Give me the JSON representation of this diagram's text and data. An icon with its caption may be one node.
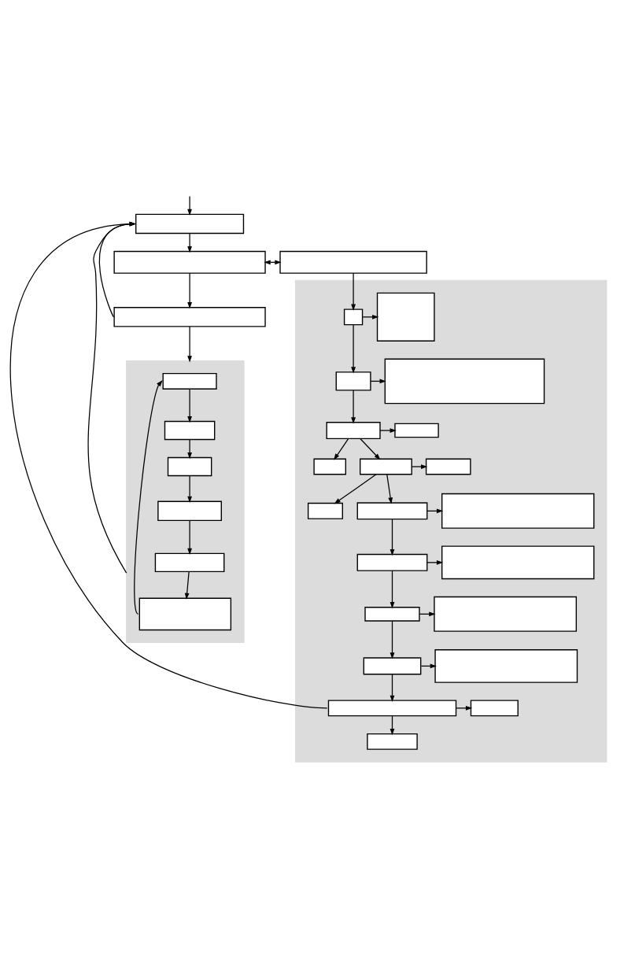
{
  "diagram": {
    "nodes": [
      {
        "text": [],
        "shape": "box"
      },
      {
        "text": [],
        "shape": "box"
      },
      {
        "text": [],
        "shape": "box"
      },
      {
        "text": [],
        "shape": "box"
      },
      {
        "text": [],
        "shape": "box"
      },
      {
        "text": [],
        "shape": "box",
        "in": 4
      },
      {
        "text": [],
        "shape": "box",
        "in": 4
      },
      {
        "text": [],
        "shape": "box",
        "in": 4
      },
      {
        "text": [],
        "shape": "box",
        "in": 4
      },
      {
        "text": [],
        "shape": "box",
        "in": 4
      },
      {
        "text": [],
        "shape": "box",
        "in": 4
      },
      {
        "text": [],
        "shape": "box"
      },
      {
        "text": [],
        "shape": "box",
        "in": 11
      },
      {
        "text": [],
        "shape": "box",
        "in": 11
      },
      {
        "text": [],
        "shape": "box",
        "in": 11
      },
      {
        "text": [],
        "shape": "box",
        "in": 11
      },
      {
        "text": [],
        "shape": "box",
        "in": 11
      },
      {
        "text": [],
        "shape": "box",
        "in": 11
      },
      {
        "text": [],
        "shape": "box",
        "in": 11
      },
      {
        "text": [],
        "shape": "box",
        "in": 11
      },
      {
        "text": [],
        "shape": "box",
        "in": 11
      },
      {
        "text": [],
        "shape": "box",
        "in": 11
      },
      {
        "text": [],
        "shape": "box",
        "in": 11
      },
      {
        "text": [],
        "shape": "box",
        "in": 11
      },
      {
        "text": [],
        "shape": "box",
        "in": 11
      },
      {
        "text": [],
        "shape": "box",
        "in": 11
      },
      {
        "text": [],
        "shape": "box",
        "in": 11
      },
      {
        "text": [],
        "shape": "box",
        "in": 11
      },
      {
        "text": [],
        "shape": "box",
        "in": 11
      },
      {
        "text": [],
        "shape": "box",
        "in": 11
      },
      {
        "text": [],
        "shape": "box",
        "in": 11
      },
      {
        "text": [],
        "shape": "box",
        "in": 11
      },
      {
        "text": [],
        "shape": "box",
        "in": 11
      }
    ],
    "edges": [
      {
        "from": null,
        "to": 0,
        "arrow": "to"
      },
      {
        "from": 0,
        "to": 1,
        "arrow": "to"
      },
      {
        "from": 1,
        "to": 2,
        "arrow": "both"
      },
      {
        "from": 1,
        "to": 3,
        "arrow": "to"
      },
      {
        "from": 3,
        "to": 0,
        "arrow": "to"
      },
      {
        "from": 3,
        "to": 4,
        "arrow": "to"
      },
      {
        "from": 5,
        "to": 6,
        "arrow": "to"
      },
      {
        "from": 6,
        "to": 7,
        "arrow": "to"
      },
      {
        "from": 7,
        "to": 8,
        "arrow": "to"
      },
      {
        "from": 8,
        "to": 9,
        "arrow": "to"
      },
      {
        "from": 9,
        "to": 10,
        "arrow": "to"
      },
      {
        "from": 10,
        "to": 5,
        "arrow": "to"
      },
      {
        "from": 4,
        "to": 0,
        "arrow": "to"
      },
      {
        "from": 2,
        "to": 12,
        "arrow": "to"
      },
      {
        "from": 12,
        "to": 13,
        "arrow": "to"
      },
      {
        "from": 12,
        "to": 14,
        "arrow": "to"
      },
      {
        "from": 14,
        "to": 15,
        "arrow": "to"
      },
      {
        "from": 14,
        "to": 16,
        "arrow": "to"
      },
      {
        "from": 16,
        "to": 17,
        "arrow": "to"
      },
      {
        "from": 16,
        "to": 18,
        "arrow": "to"
      },
      {
        "from": 16,
        "to": 19,
        "arrow": "to"
      },
      {
        "from": 19,
        "to": 20,
        "arrow": "to"
      },
      {
        "from": 19,
        "to": 21,
        "arrow": "to"
      },
      {
        "from": 19,
        "to": 22,
        "arrow": "to"
      },
      {
        "from": 22,
        "to": 23,
        "arrow": "to"
      },
      {
        "from": 22,
        "to": 24,
        "arrow": "to"
      },
      {
        "from": 24,
        "to": 25,
        "arrow": "to"
      },
      {
        "from": 24,
        "to": 26,
        "arrow": "to"
      },
      {
        "from": 26,
        "to": 27,
        "arrow": "to"
      },
      {
        "from": 26,
        "to": 28,
        "arrow": "to"
      },
      {
        "from": 28,
        "to": 29,
        "arrow": "to"
      },
      {
        "from": 28,
        "to": 30,
        "arrow": "to"
      },
      {
        "from": 30,
        "to": 31,
        "arrow": "to"
      },
      {
        "from": 30,
        "to": 32,
        "arrow": "to"
      },
      {
        "from": 30,
        "to": 0,
        "arrow": "to"
      }
    ]
  }
}
